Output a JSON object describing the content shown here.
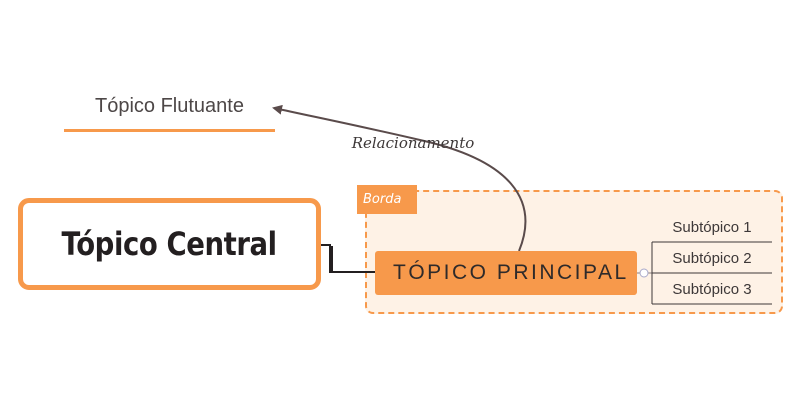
{
  "central_topic": {
    "label": "Tópico Central"
  },
  "floating_topic": {
    "label": "Tópico Flutuante"
  },
  "relationship": {
    "label": "Relacionamento"
  },
  "boundary": {
    "label": "Borda"
  },
  "main_topic": {
    "label": "TÓPICO PRINCIPAL"
  },
  "subtopics": [
    {
      "label": "Subtópico 1"
    },
    {
      "label": "Subtópico 2"
    },
    {
      "label": "Subtópico 3"
    }
  ],
  "colors": {
    "accent": "#f7994b",
    "boundary_fill": "#fef2e6",
    "connector": "#5a4b4b",
    "text": "#231f20"
  }
}
